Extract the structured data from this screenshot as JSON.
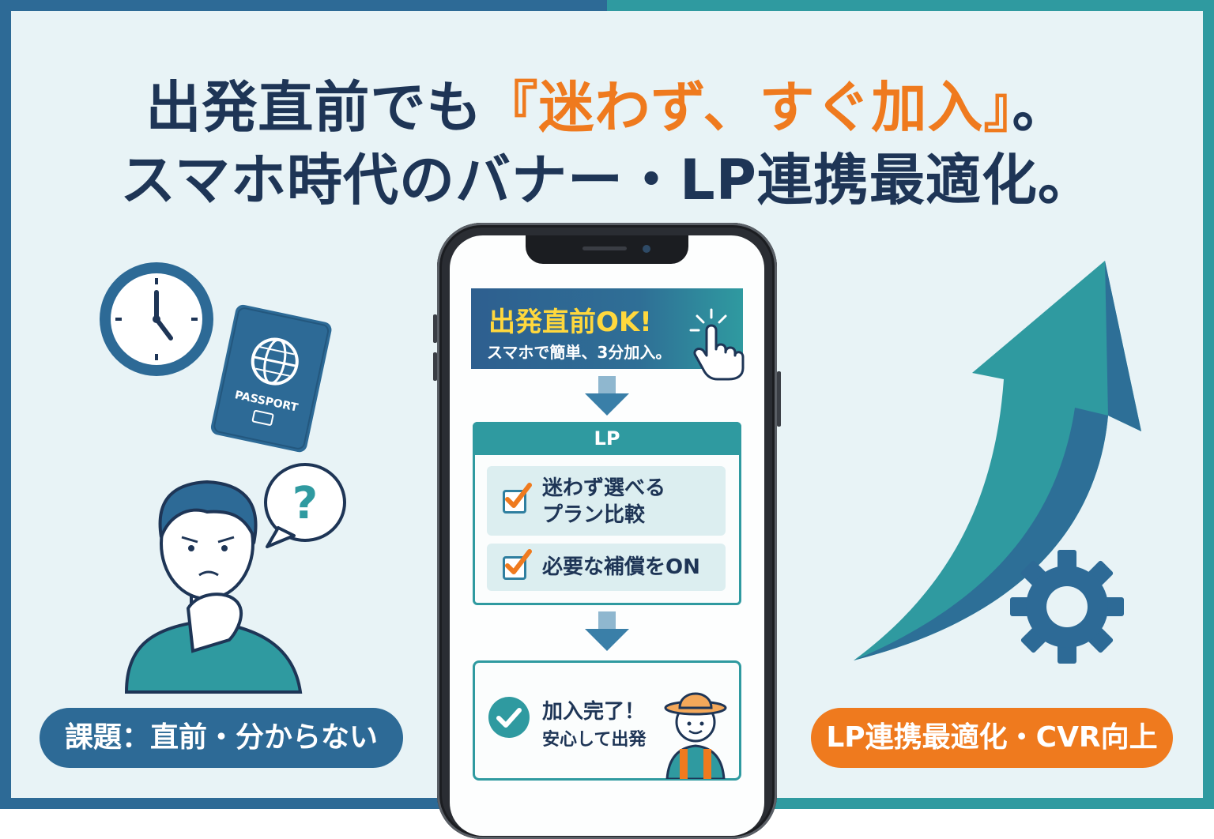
{
  "headline": {
    "line1_prefix": "出発直前でも",
    "line1_highlight": "『迷わず、すぐ加入』",
    "line1_suffix": "。",
    "line2": "スマホ時代のバナー・LP連携最適化。"
  },
  "illustration": {
    "passport_label": "PASSPORT",
    "question_mark": "?",
    "clock_icon": "clock-icon",
    "passport_icon": "passport-icon",
    "person_icon": "confused-person-icon",
    "growth_icon": "growth-arrow-icon",
    "gear_icon": "gear-icon"
  },
  "phone": {
    "banner": {
      "title": "出発直前OK!",
      "subtitle": "スマホで簡単、3分加入。"
    },
    "lp": {
      "header": "LP",
      "items": [
        {
          "line1": "迷わず選べる",
          "line2": "プラン比較"
        },
        {
          "line1": "必要な補償をON"
        }
      ]
    },
    "completion": {
      "line1": "加入完了！",
      "line2": "安心して出発"
    }
  },
  "badges": {
    "left": "課題：直前・分からない",
    "right": "LP連携最適化・CVR向上"
  },
  "colors": {
    "navy": "#1e3556",
    "blue": "#2d6a96",
    "teal": "#2f9aa0",
    "orange": "#ef7a1e",
    "yellow": "#ffd83d"
  }
}
